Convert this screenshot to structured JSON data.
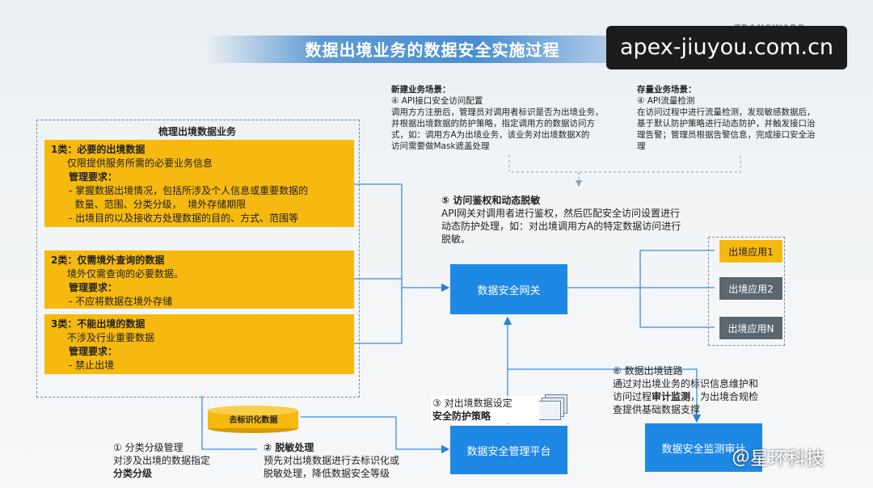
{
  "title": "数据出境业务的数据安全实施过程",
  "watermark": "apex-jiuyou.com.cn",
  "brand_logo": "TRANSWARP",
  "new_scenario": {
    "heading": "新建业务场景：",
    "step": "④ API接口安全访问配置",
    "lines": [
      "调用方方注册后，管理员对调用者标识是否为出境业务，",
      "并根据出境数据的防护策略，指定调用方的数据访问方",
      "式，如：调用方A为出境业务，该业务对出境数据X的",
      "访问需要做Mask遮盖处理"
    ]
  },
  "existing_scenario": {
    "heading": "存量业务场景：",
    "step": "④ API流量检测",
    "lines": [
      "在访问过程中进行流量检测，发现敏感数据后，",
      "基于默认防护策略进行动态防护，并触发接口治",
      "理告警；管理员根据告警信息，完成接口安全治",
      "理"
    ]
  },
  "left_panel": {
    "heading": "梳理出境数据业务",
    "cat1": {
      "title": "1类：必要的出境数据",
      "desc": "仅限提供服务所需的必要业务信息",
      "mgmt": "管理要求：",
      "items": [
        "- 掌握数据出境情况，包括所涉及个人信息或重要数据的",
        "  数量、范围、分类分级，  境外存储期限",
        "- 出境目的以及接收方处理数据的目的、方式、范围等"
      ]
    },
    "cat2": {
      "title": "2类：仅需境外查询的数据",
      "desc": "境外仅需查询的必要数据。",
      "mgmt": "管理要求：",
      "items": [
        "- 不应将数据在境外存储"
      ]
    },
    "cat3": {
      "title": "3类：不能出境的数据",
      "desc": "不涉及行业重要数据",
      "mgmt": "管理要求：",
      "items": [
        "- 禁止出境"
      ]
    }
  },
  "step5": {
    "title": "⑤ 访问鉴权和动态脱敏",
    "lines": [
      "API网关对调用者进行鉴权，然后匹配安全访问设置进行",
      "动态防护处理，如：对出境调用方A的特定数据访问进行",
      "脱敏。"
    ]
  },
  "gateway": "数据安全网关",
  "apps": [
    "出境应用1",
    "出境应用2",
    "出境应用N"
  ],
  "step6": {
    "title": "⑥ 数据出境链路",
    "line1": "通过对出境业务的标识信息维护和",
    "line2_pre": "访问过程",
    "line2_bold": "审计监测",
    "line2_post": "，为出境合规检",
    "line3": "查提供基础数据支撑"
  },
  "monitor": "数据安全监测审计",
  "deid_db": "去标识化数据",
  "step3": {
    "line1": "③ 对出境数据设定",
    "line2": "安全防护策略"
  },
  "mgmt_platform": "数据安全管理平台",
  "step1": {
    "line1": "① 分类分级管理",
    "line2": "对涉及出境的数据指定",
    "line3": "分类分级"
  },
  "step2": {
    "line1": "② 脱敏处理",
    "line2": "预先对出境数据进行去标识化或",
    "line3": "脱敏处理，降低数据安全等级"
  },
  "corner_watermark": "＠星环科技",
  "colors": {
    "blue": "#1e88e5",
    "yellow": "#f6b90f",
    "gray": "#5a6670"
  }
}
